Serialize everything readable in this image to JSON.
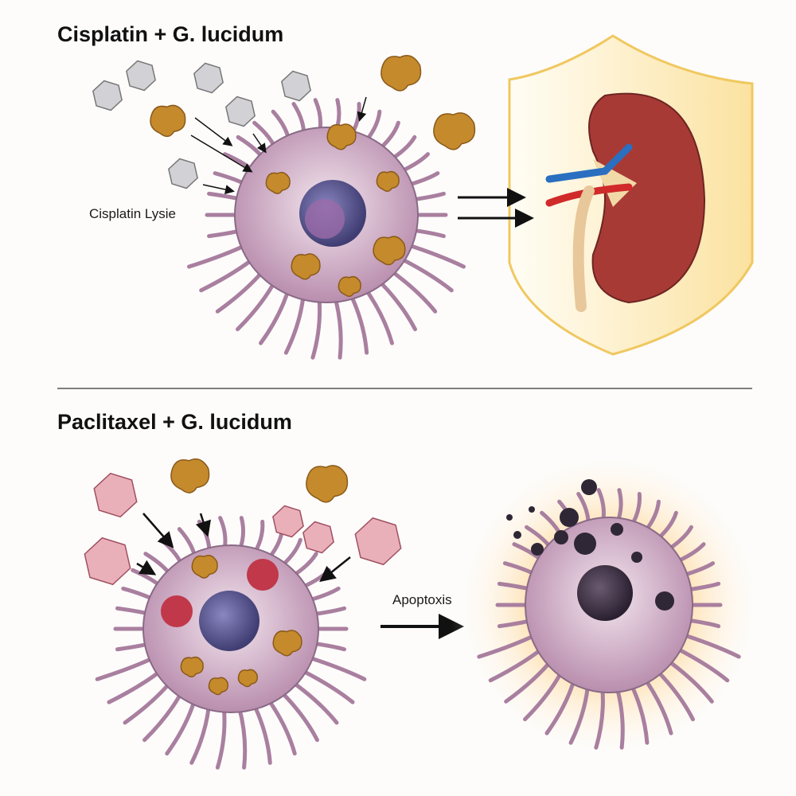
{
  "panels": {
    "top": {
      "title": "Cisplatin + G. lucidum",
      "label": "Cisplatin Lysie"
    },
    "bottom": {
      "title": "Paclitaxel + G. lucidum",
      "label": "Apoptoxis"
    }
  },
  "colors": {
    "cell": "#c9a9c0",
    "cell_outline": "#8a6a86",
    "nucleus": "#5d5b92",
    "ganoderma": "#c58a2c",
    "cisplatin_crystal": "#c8c8cc",
    "paclitaxel_crystal": "#eab0ba",
    "kidney": "#a83a36",
    "shield": "#fbe7b0",
    "divider": "#555555"
  }
}
